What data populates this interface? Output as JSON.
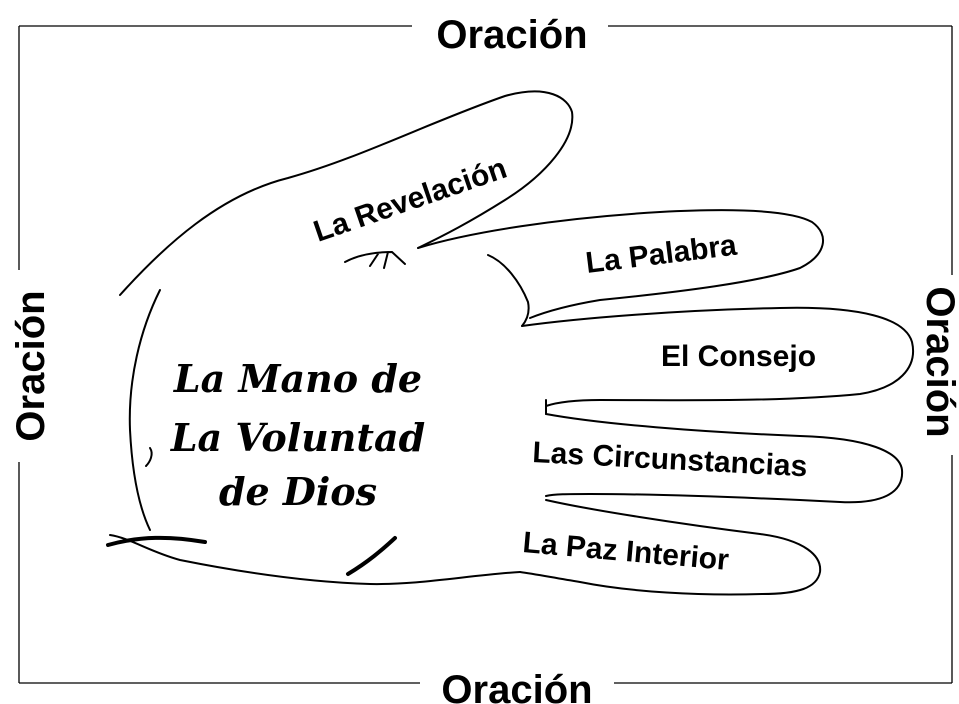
{
  "border": {
    "top": "Oración",
    "bottom": "Oración",
    "left": "Oración",
    "right": "Oración"
  },
  "fingers": [
    "La Revelación",
    "La Palabra",
    "El Consejo",
    "Las Circunstancias",
    "La Paz Interior"
  ],
  "palm": {
    "line1": "La Mano de",
    "line2": "La Voluntad",
    "line3": "de Dios"
  }
}
